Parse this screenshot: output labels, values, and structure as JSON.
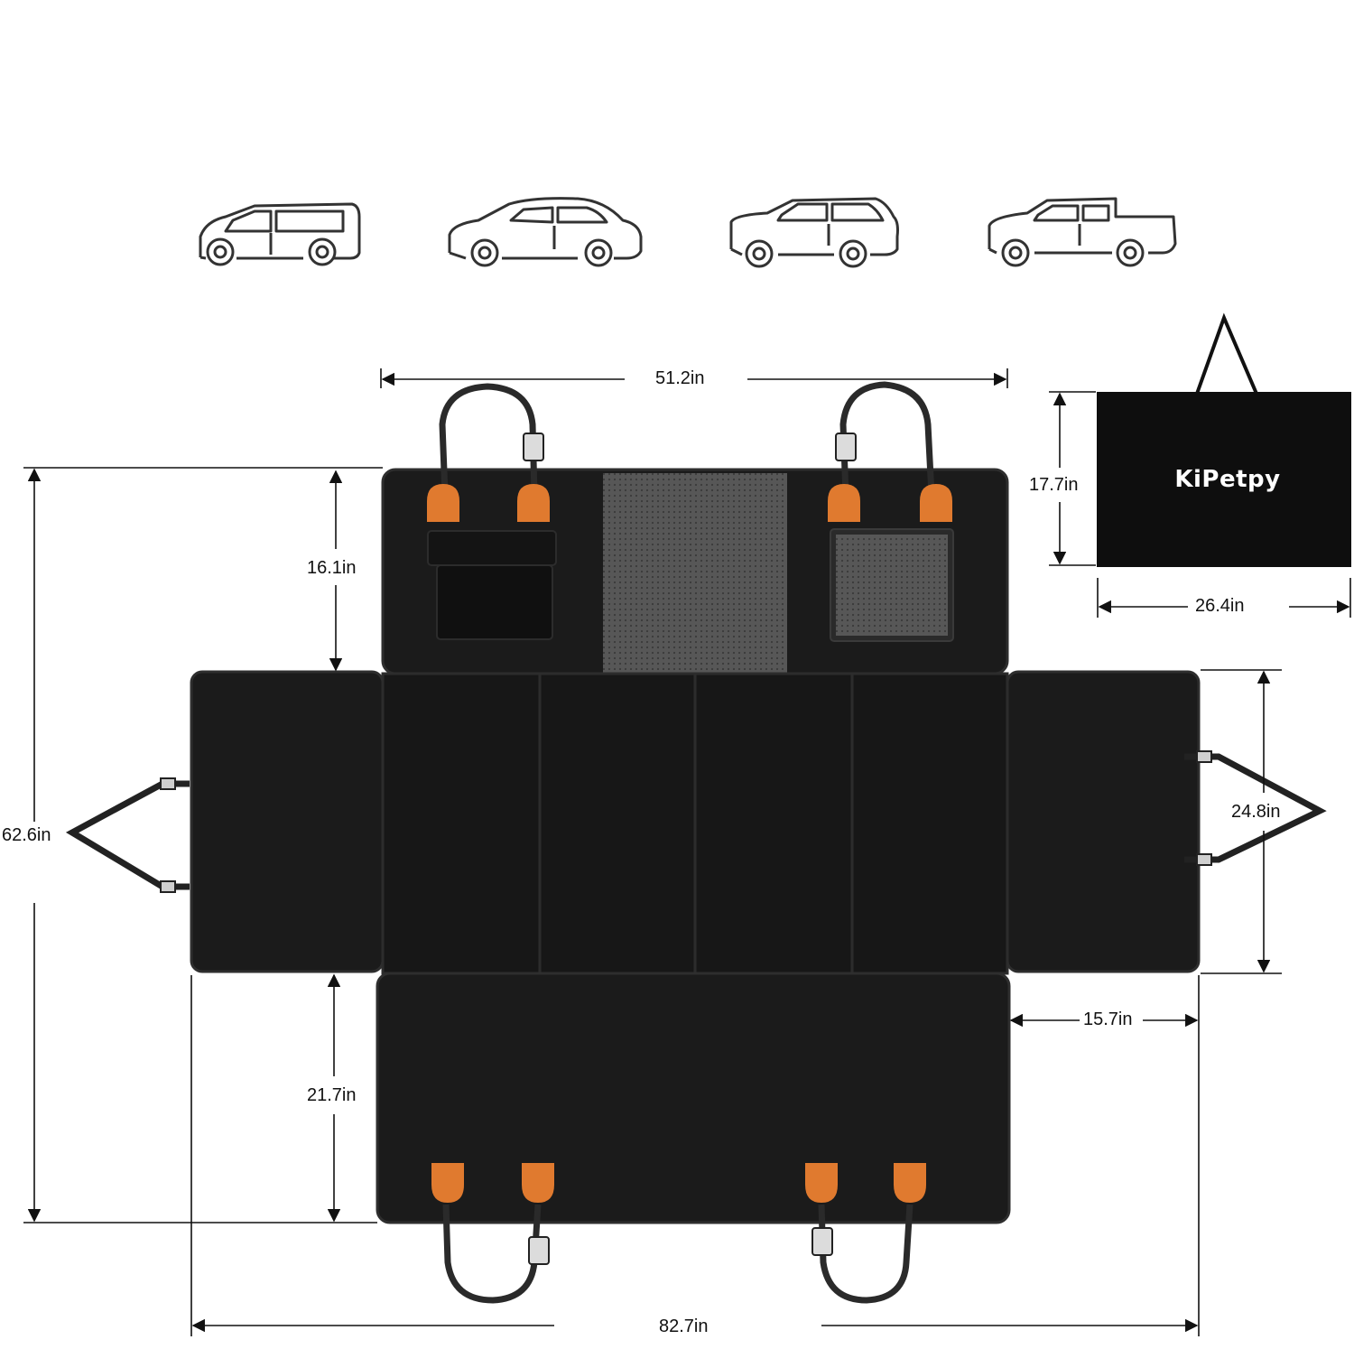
{
  "vehicles": [
    {
      "name": "minivan-icon"
    },
    {
      "name": "sedan-icon"
    },
    {
      "name": "suv-icon"
    },
    {
      "name": "pickup-truck-icon"
    }
  ],
  "product": {
    "name": "hammock-seat-cover",
    "mat_color": "#1b1b1b",
    "accent_color": "#e07a2f",
    "mesh_color": "#5a5a5a"
  },
  "bag": {
    "brand": "KiPetpy",
    "height_label": "17.7in",
    "width_label": "26.4in"
  },
  "dimensions": {
    "top_width": "51.2in",
    "total_height": "62.6in",
    "back_panel_height": "16.1in",
    "seat_flap_height": "21.7in",
    "side_flap_height": "24.8in",
    "side_flap_width": "15.7in",
    "total_width": "82.7in"
  }
}
